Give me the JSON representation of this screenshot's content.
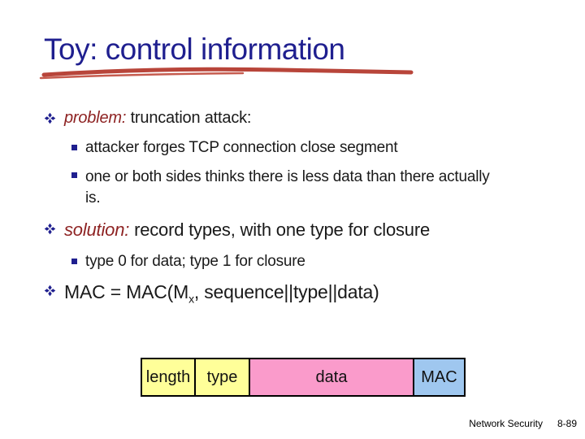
{
  "slide": {
    "title": "Toy: control information",
    "title_color": "#1f1f8f",
    "underline_color": "#b8453a",
    "background": "#ffffff"
  },
  "bullets": {
    "b1": {
      "lead": "problem:",
      "rest": " truncation attack:"
    },
    "b1_subs": [
      "attacker forges TCP connection close segment",
      "one or both sides thinks there is less data than there actually is."
    ],
    "b2": {
      "lead": "solution:",
      "rest": " record types, with one type for closure"
    },
    "b2_subs": [
      "type 0 for data; type 1 for closure"
    ],
    "b3": {
      "pre": "MAC = MAC(M",
      "sub": "x",
      "post": ", sequence||type||data)"
    }
  },
  "record_diagram": {
    "fields": [
      {
        "label": "length",
        "fill": "#ffff99"
      },
      {
        "label": "type",
        "fill": "#ffff99"
      },
      {
        "label": "data",
        "fill": "#fa9bcb"
      },
      {
        "label": "MAC",
        "fill": "#9fc7ef"
      }
    ],
    "border_color": "#000000"
  },
  "footer": {
    "course": "Network Security",
    "page": "8-89"
  }
}
